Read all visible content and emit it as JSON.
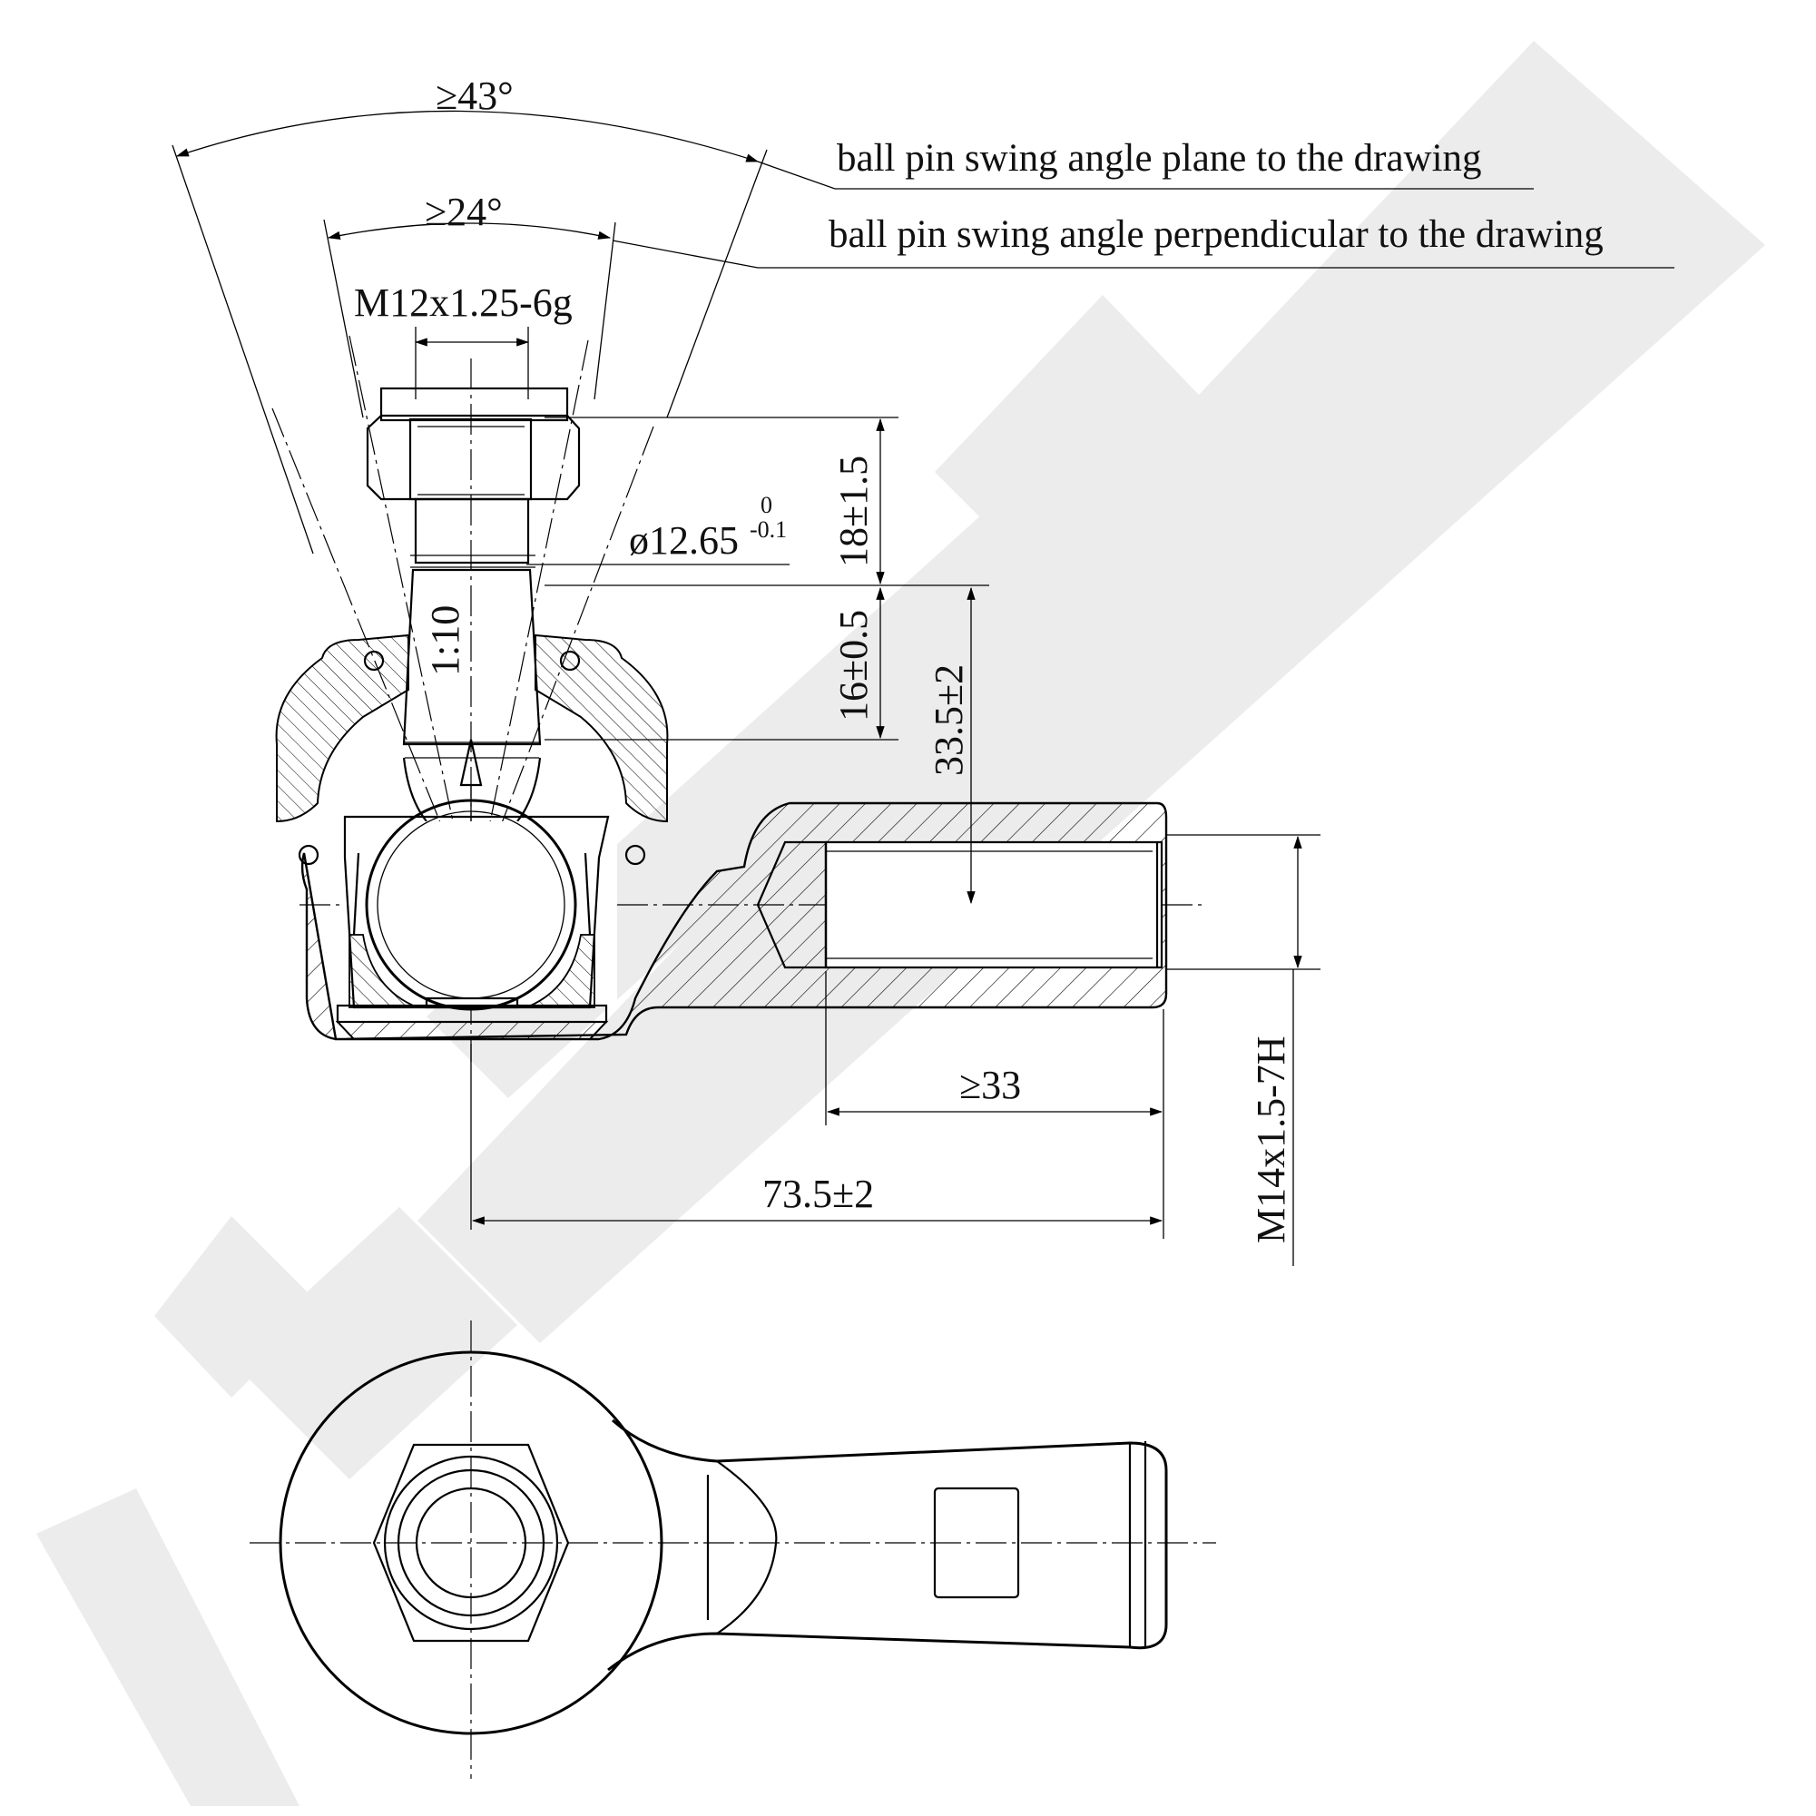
{
  "notes": {
    "swing_plane": "ball pin swing angle plane to the drawing",
    "swing_perpendicular": "ball pin swing angle perpendicular to the drawing"
  },
  "dimensions": {
    "angle_plane": "≥43°",
    "angle_perpendicular": "≥24°",
    "thread_pin": "M12x1.25-6g",
    "diameter_base": "ø12.65",
    "diameter_tol_upper": "0",
    "diameter_tol_lower": "-0.1",
    "height_thread": "18±1.5",
    "height_taper": "16±0.5",
    "taper_ratio": "1:10",
    "height_center": "33.5±2",
    "thread_depth": "≥33",
    "overall_length": "73.5±2",
    "thread_housing": "M14x1.5-7H"
  },
  "watermark": {
    "color": "#ececec"
  }
}
